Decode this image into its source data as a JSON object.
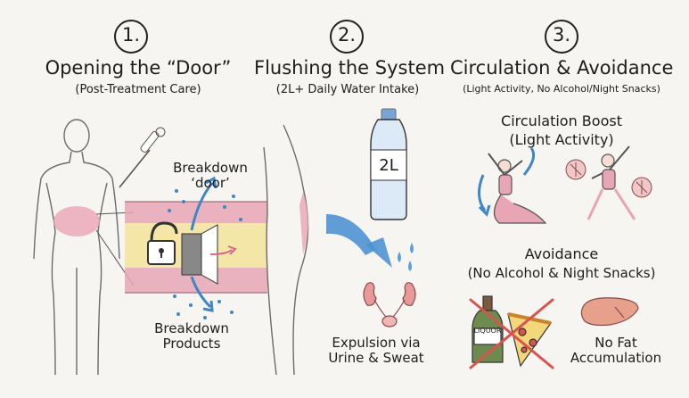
{
  "steps": [
    {
      "number": "1.",
      "title": "Opening the “Door”",
      "subtitle": "(Post-Treatment Care)"
    },
    {
      "number": "2.",
      "title": "Flushing the System",
      "subtitle": "(2L+ Daily Water Intake)"
    },
    {
      "number": "3.",
      "title": "Circulation & Avoidance",
      "subtitle": "(Light Activity, No Alcohol/Night Snacks)"
    }
  ],
  "panel1": {
    "label_door": "Breakdown\n‘door’",
    "label_products": "Breakdown\nProducts"
  },
  "panel2": {
    "bottle_label": "2L",
    "label_expulsion": "Expulsion via\nUrine & Sweat"
  },
  "panel3": {
    "circ_title": "Circulation Boost",
    "circ_sub": "(Light Activity)",
    "avoid_title": "Avoidance",
    "avoid_sub": "(No Alcohol & Night Snacks)",
    "liquor_label": "LIQUOR",
    "label_nofat": "No Fat\nAccumulation"
  },
  "colors": {
    "ink": "#222222",
    "pink": "#e8a5b5",
    "blue": "#3f86c9",
    "yellow": "#f3e6a6",
    "red": "#d9534f"
  }
}
